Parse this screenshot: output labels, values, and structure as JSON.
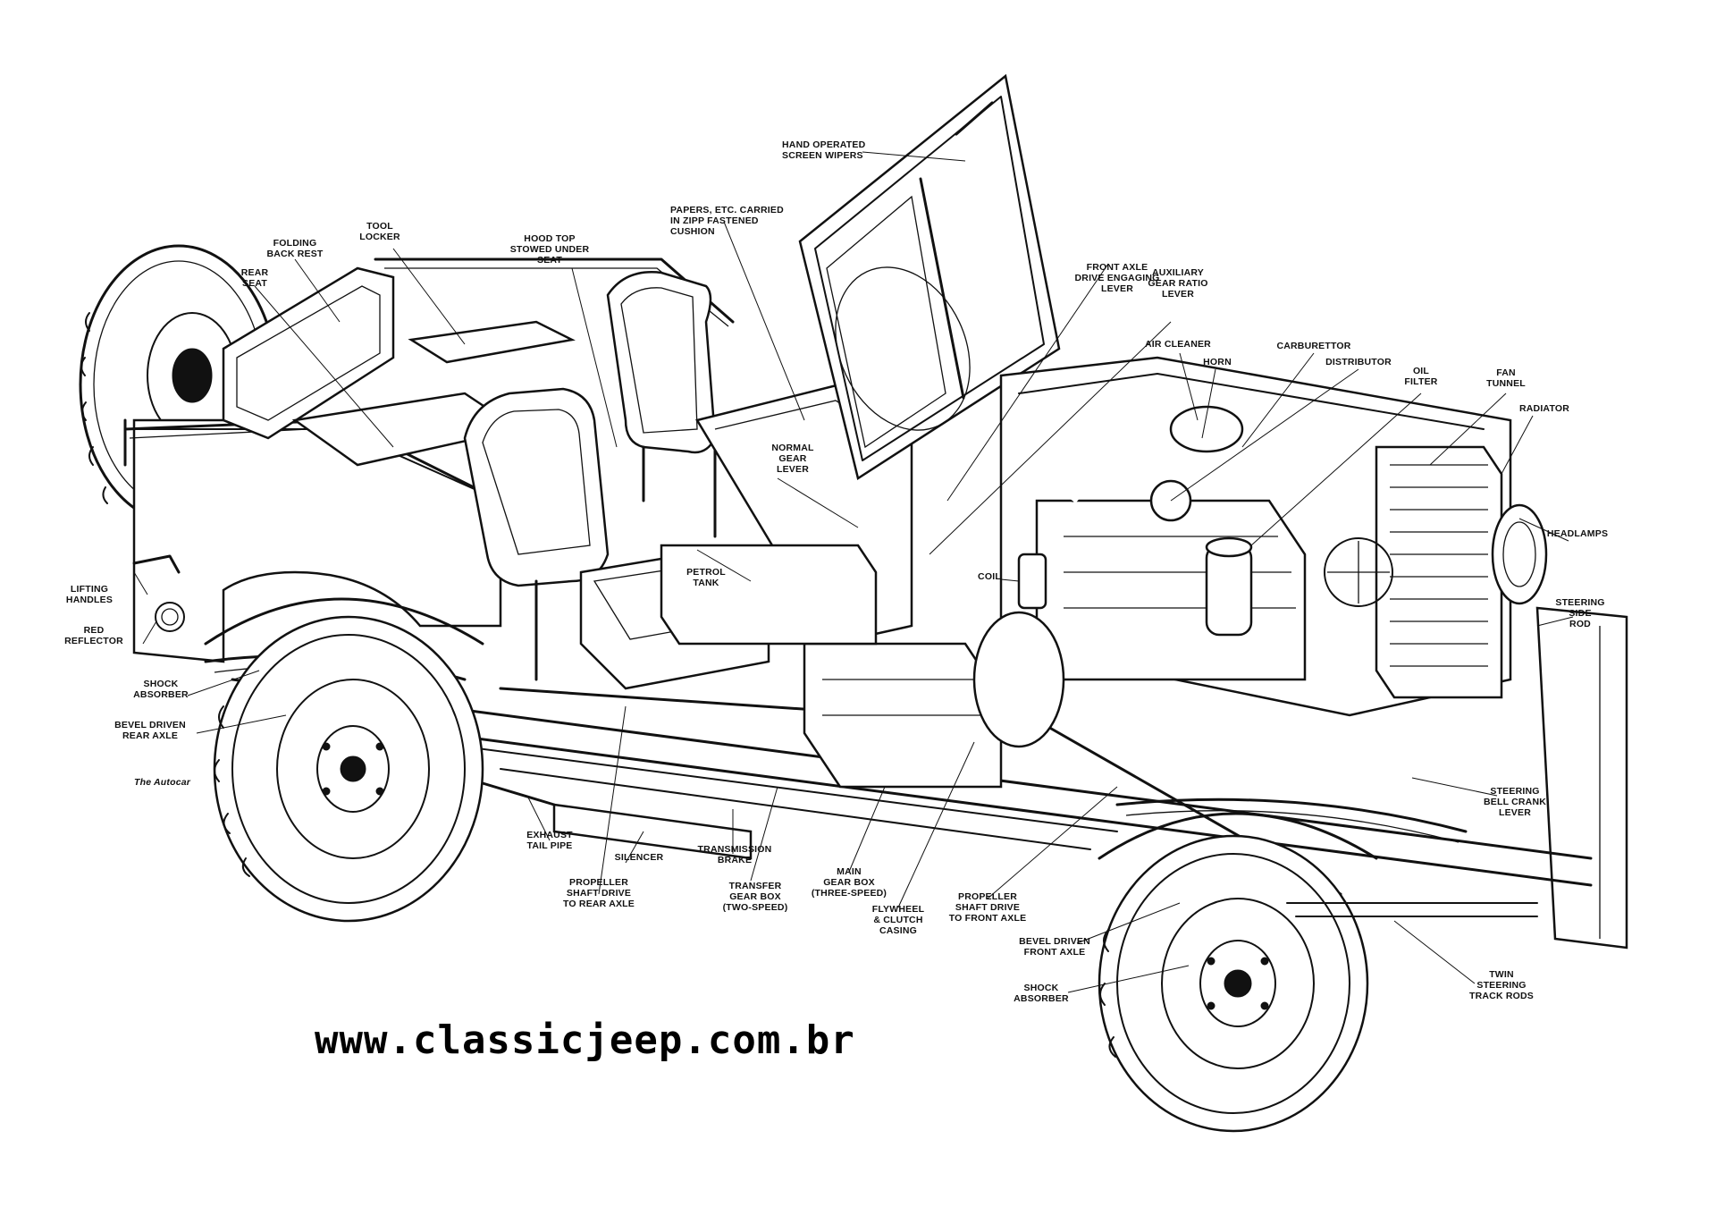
{
  "website": "www.classicjeep.com.br",
  "signature": "The Autocar",
  "labels": [
    {
      "id": "hand-operated-screen-wipers",
      "lines": [
        "HAND OPERATED",
        "SCREEN WIPERS"
      ]
    },
    {
      "id": "papers-cushion",
      "lines": [
        "PAPERS, ETC. CARRIED",
        "IN ZIPP FASTENED",
        "CUSHION"
      ]
    },
    {
      "id": "hood-top",
      "lines": [
        "HOOD TOP",
        "STOWED UNDER",
        "SEAT"
      ]
    },
    {
      "id": "tool-locker",
      "lines": [
        "TOOL",
        "LOCKER"
      ]
    },
    {
      "id": "folding-back-rest",
      "lines": [
        "FOLDING",
        "BACK REST"
      ]
    },
    {
      "id": "rear-seat",
      "lines": [
        "REAR",
        "SEAT"
      ]
    },
    {
      "id": "front-axle-lever",
      "lines": [
        "FRONT AXLE",
        "DRIVE ENGAGING",
        "LEVER"
      ]
    },
    {
      "id": "auxiliary-gear-ratio-lever",
      "lines": [
        "AUXILIARY",
        "GEAR RATIO",
        "LEVER"
      ]
    },
    {
      "id": "air-cleaner",
      "lines": [
        "AIR CLEANER"
      ]
    },
    {
      "id": "horn",
      "lines": [
        "HORN"
      ]
    },
    {
      "id": "carburettor",
      "lines": [
        "CARBURETTOR"
      ]
    },
    {
      "id": "distributor",
      "lines": [
        "DISTRIBUTOR"
      ]
    },
    {
      "id": "oil-filter",
      "lines": [
        "OIL",
        "FILTER"
      ]
    },
    {
      "id": "fan-tunnel",
      "lines": [
        "FAN",
        "TUNNEL"
      ]
    },
    {
      "id": "radiator",
      "lines": [
        "RADIATOR"
      ]
    },
    {
      "id": "headlamps",
      "lines": [
        "HEADLAMPS"
      ]
    },
    {
      "id": "steering-side-rod",
      "lines": [
        "STEERING",
        "SIDE",
        "ROD"
      ]
    },
    {
      "id": "normal-gear-lever",
      "lines": [
        "NORMAL",
        "GEAR",
        "LEVER"
      ]
    },
    {
      "id": "coil",
      "lines": [
        "COIL"
      ]
    },
    {
      "id": "petrol-tank",
      "lines": [
        "PETROL",
        "TANK"
      ]
    },
    {
      "id": "lifting-handles",
      "lines": [
        "LIFTING",
        "HANDLES"
      ]
    },
    {
      "id": "red-reflector",
      "lines": [
        "RED",
        "REFLECTOR"
      ]
    },
    {
      "id": "shock-absorber-rear",
      "lines": [
        "SHOCK",
        "ABSORBER"
      ]
    },
    {
      "id": "bevel-driven-rear-axle",
      "lines": [
        "BEVEL DRIVEN",
        "REAR AXLE"
      ]
    },
    {
      "id": "exhaust-tail-pipe",
      "lines": [
        "EXHAUST",
        "TAIL PIPE"
      ]
    },
    {
      "id": "silencer",
      "lines": [
        "SILENCER"
      ]
    },
    {
      "id": "transmission-brake",
      "lines": [
        "TRANSMISSION",
        "BRAKE"
      ]
    },
    {
      "id": "propeller-rear",
      "lines": [
        "PROPELLER",
        "SHAFT DRIVE",
        "TO REAR AXLE"
      ]
    },
    {
      "id": "transfer-gear-box",
      "lines": [
        "TRANSFER",
        "GEAR BOX",
        "(TWO-SPEED)"
      ]
    },
    {
      "id": "main-gear-box",
      "lines": [
        "MAIN",
        "GEAR BOX",
        "(THREE-SPEED)"
      ]
    },
    {
      "id": "flywheel-clutch",
      "lines": [
        "FLYWHEEL",
        "& CLUTCH",
        "CASING"
      ]
    },
    {
      "id": "propeller-front",
      "lines": [
        "PROPELLER",
        "SHAFT DRIVE",
        "TO FRONT AXLE"
      ]
    },
    {
      "id": "bevel-driven-front-axle",
      "lines": [
        "BEVEL DRIVEN",
        "FRONT AXLE"
      ]
    },
    {
      "id": "shock-absorber-front",
      "lines": [
        "SHOCK",
        "ABSORBER"
      ]
    },
    {
      "id": "steering-bell-crank",
      "lines": [
        "STEERING",
        "BELL CRANK",
        "LEVER"
      ]
    },
    {
      "id": "twin-steering-track-rods",
      "lines": [
        "TWIN",
        "STEERING",
        "TRACK RODS"
      ]
    }
  ]
}
